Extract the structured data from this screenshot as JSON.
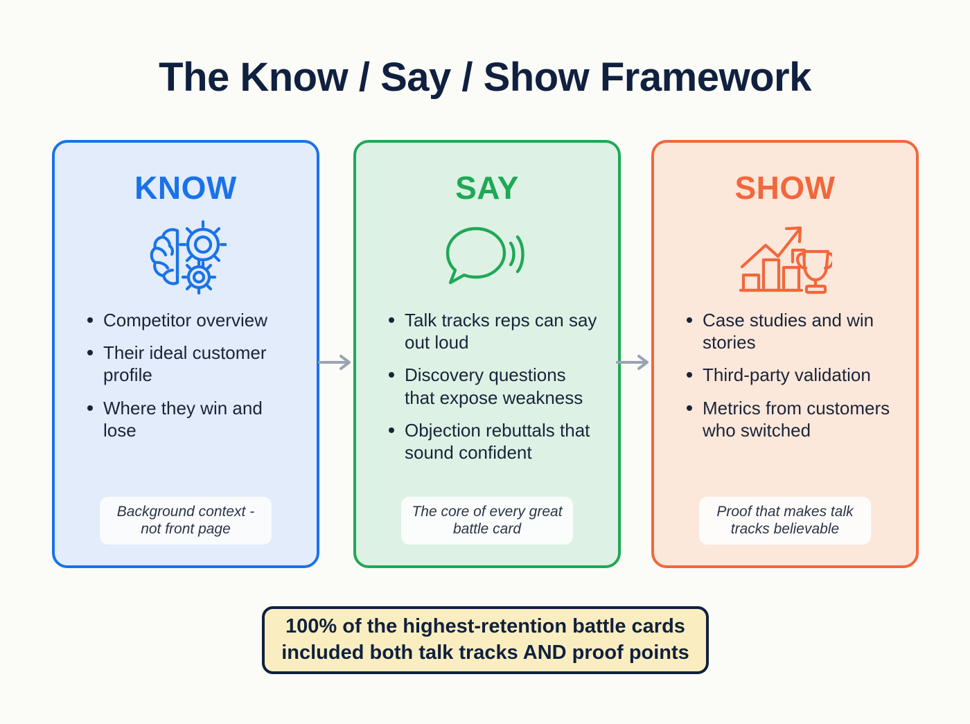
{
  "title": "The Know / Say / Show Framework",
  "colors": {
    "page_background": "#fbfbf8",
    "title": "#10203f",
    "know": "#1a72e8",
    "know_fill": "#e2ecfb",
    "say": "#1fa855",
    "say_fill": "#ddf2e5",
    "show": "#f2673c",
    "show_fill": "#fbe8da",
    "arrow": "#9aa3b5",
    "callout_fill": "#faeec0",
    "callout_border": "#10203f"
  },
  "cards": [
    {
      "id": "know",
      "title": "KNOW",
      "icon": "brain-gears-icon",
      "bullets": [
        "Competitor overview",
        "Their ideal customer profile",
        "Where they win and lose"
      ],
      "note": "Background context - not front page"
    },
    {
      "id": "say",
      "title": "SAY",
      "icon": "speech-bubble-sound-icon",
      "bullets": [
        "Talk tracks reps can say out loud",
        "Discovery questions that expose weakness",
        "Objection rebuttals that sound confident"
      ],
      "note": "The core of every great battle card"
    },
    {
      "id": "show",
      "title": "SHOW",
      "icon": "bar-chart-trophy-icon",
      "bullets": [
        "Case studies and win stories",
        "Third-party validation",
        "Metrics from customers who switched"
      ],
      "note": "Proof that makes talk tracks believable"
    }
  ],
  "connectors": [
    {
      "id": "know-to-say",
      "icon": "arrow-right-icon"
    },
    {
      "id": "say-to-show",
      "icon": "arrow-right-icon"
    }
  ],
  "callout": {
    "line1": "100% of the highest-retention battle cards",
    "line2": "included both talk tracks AND proof points"
  }
}
